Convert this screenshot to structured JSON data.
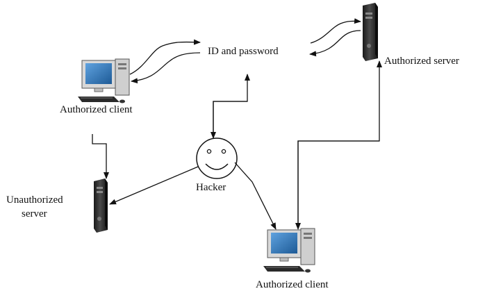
{
  "labels": {
    "id_password": "ID and password",
    "authorized_server": "Authorized server",
    "authorized_client_top": "Authorized client",
    "hacker": "Hacker",
    "unauthorized_server_line1": "Unauthorized",
    "unauthorized_server_line2": "server",
    "authorized_client_bottom": "Authorized client"
  },
  "colors": {
    "line": "#111111",
    "monitor_body": "#d8d8d8",
    "screen": "#2a6fb0",
    "tower": "#2b2b2b",
    "tower_highlight": "#6a6a6a"
  }
}
